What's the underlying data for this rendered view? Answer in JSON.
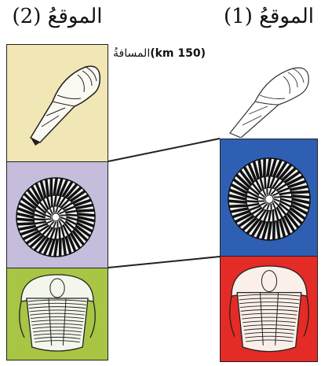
{
  "sites": {
    "site2": {
      "label": "الموقعُ (2)"
    },
    "site1": {
      "label": "الموقعُ (1)"
    }
  },
  "distance": {
    "word": "المسافةُ",
    "value": "(150 km)"
  },
  "layers": {
    "site2": [
      {
        "fossil": "gastropod-shell",
        "color": "#f1e6b5"
      },
      {
        "fossil": "ammonite",
        "color": "#c6bddd"
      },
      {
        "fossil": "trilobite",
        "color": "#a8c545"
      }
    ],
    "site1": [
      {
        "fossil": "gastropod-shell",
        "color": "#ffffff"
      },
      {
        "fossil": "ammonite",
        "color": "#2f5fb3"
      },
      {
        "fossil": "trilobite",
        "color": "#e42b26"
      }
    ]
  }
}
